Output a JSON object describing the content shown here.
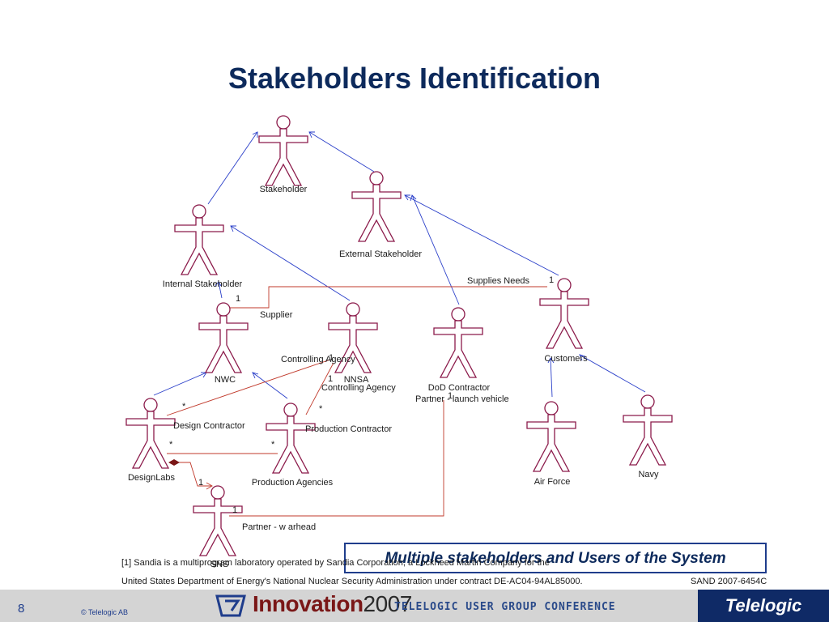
{
  "slide": {
    "title": "Stakeholders Identification",
    "callout": "Multiple stakeholders and Users of the System",
    "footnote_line1": "[1] Sandia is a multiprogram laboratory operated by Sandia Corporation, a Lockheed Martin Company for the",
    "footnote_line2": "United States Department of Energy's National Nuclear Security Administration under contract DE-AC04-94AL85000.",
    "sand_number": "SAND 2007-6454C",
    "page_number": "8"
  },
  "footer": {
    "copyright": "© Telelogic AB",
    "brand_word": "Innovation",
    "brand_year": "2007",
    "conference": "TELELOGIC USER GROUP CONFERENCE",
    "company": "Telelogic"
  },
  "diagram": {
    "actors": {
      "stakeholder": "Stakeholder",
      "external": "External Stakeholder",
      "internal": "Internal Stakeholder",
      "nwc": "NWC",
      "nnsa": "NNSA",
      "dod": "DoD Contractor",
      "customers": "Customers",
      "designlabs": "DesignLabs",
      "production": "Production Agencies",
      "air_force": "Air Force",
      "navy": "Navy",
      "sns": "SNS"
    },
    "roles": {
      "supplies_needs": "Supplies Needs",
      "supplier": "Supplier",
      "controlling_agency_a": "Controlling Agency",
      "controlling_agency_b": "Controlling Agency",
      "partner_launch": "Partner - launch vehicle",
      "design_contractor": "Design Contractor",
      "production_contractor": "Production Contractor",
      "partner_warhead": "Partner - w arhead"
    },
    "multiplicities": {
      "m1": "1",
      "m2": "1",
      "m3": "1",
      "m4": "1",
      "m5": "1",
      "m6": "*",
      "m7": "*",
      "m8": "*",
      "m9": "*",
      "m10": "1",
      "m11": "1"
    },
    "colors": {
      "actor": "#8b1a4a",
      "generalization": "#2a3fc9",
      "association": "#c0392b"
    }
  }
}
